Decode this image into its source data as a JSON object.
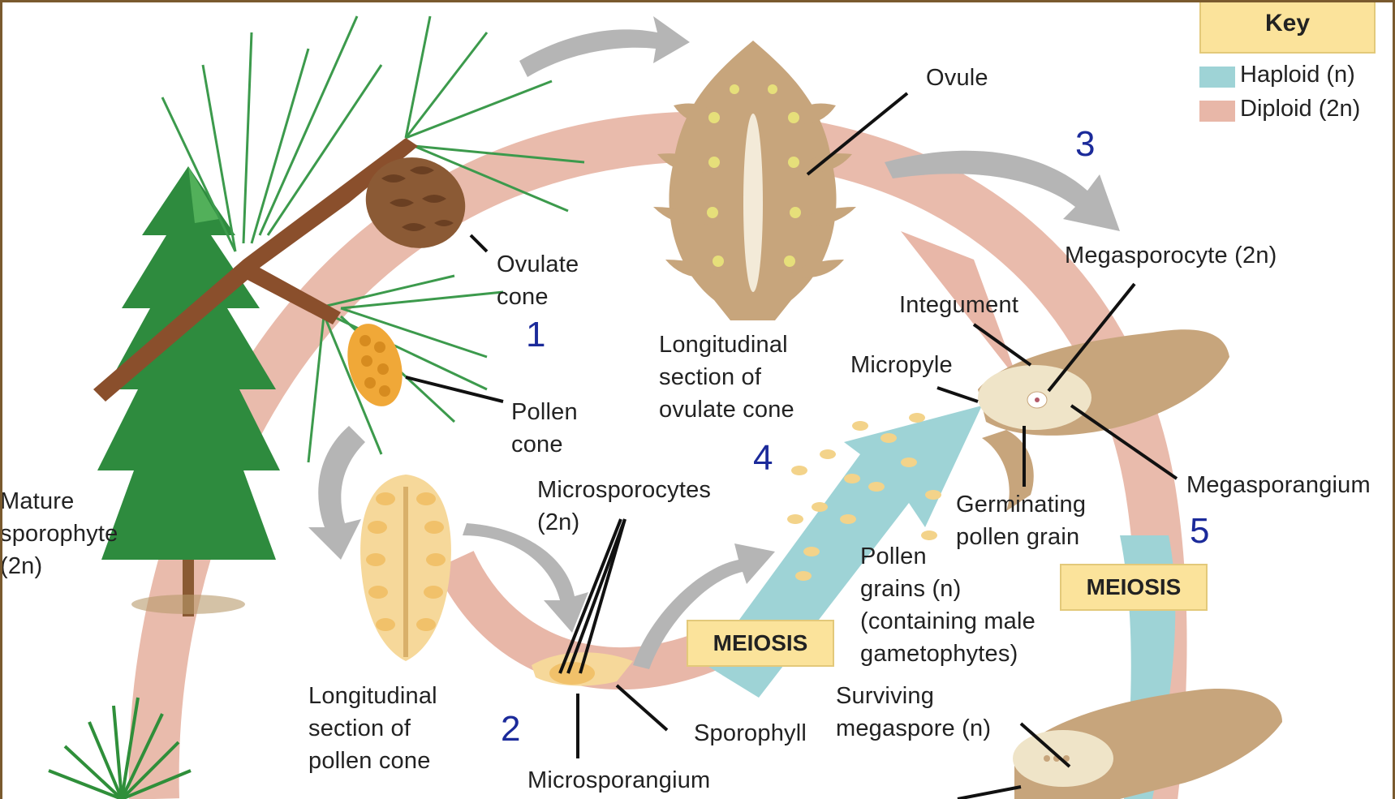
{
  "key": {
    "title": "Key",
    "haploid_label": "Haploid (n)",
    "diploid_label": "Diploid (2n)",
    "haploid_color": "#9ed3d6",
    "diploid_color": "#e8b7a8"
  },
  "steps": [
    "1",
    "2",
    "3",
    "4",
    "5"
  ],
  "meiosis_label": "MEIOSIS",
  "labels": {
    "ovule": "Ovule",
    "ovulate_cone_1": "Ovulate",
    "ovulate_cone_2": "cone",
    "pollen_cone_1": "Pollen",
    "pollen_cone_2": "cone",
    "long_ovulate_1": "Longitudinal",
    "long_ovulate_2": "section of",
    "long_ovulate_3": "ovulate cone",
    "megasporocyte": "Megasporocyte (2n)",
    "integument": "Integument",
    "micropyle": "Micropyle",
    "megasporangium": "Megasporangium",
    "germinating_1": "Germinating",
    "germinating_2": "pollen grain",
    "microsporocytes_1": "Microsporocytes",
    "microsporocytes_2": "(2n)",
    "pollen_grains_1": "Pollen",
    "pollen_grains_2": "grains (n)",
    "pollen_grains_3": "(containing male",
    "pollen_grains_4": "gametophytes)",
    "mature_1": "Mature",
    "mature_2": "sporophyte",
    "mature_3": "(2n)",
    "long_pollen_1": "Longitudinal",
    "long_pollen_2": "section of",
    "long_pollen_3": "pollen cone",
    "sporophyll": "Sporophyll",
    "surviving_1": "Surviving",
    "surviving_2": "megaspore (n)",
    "microsporangium": "Microsporangium"
  }
}
